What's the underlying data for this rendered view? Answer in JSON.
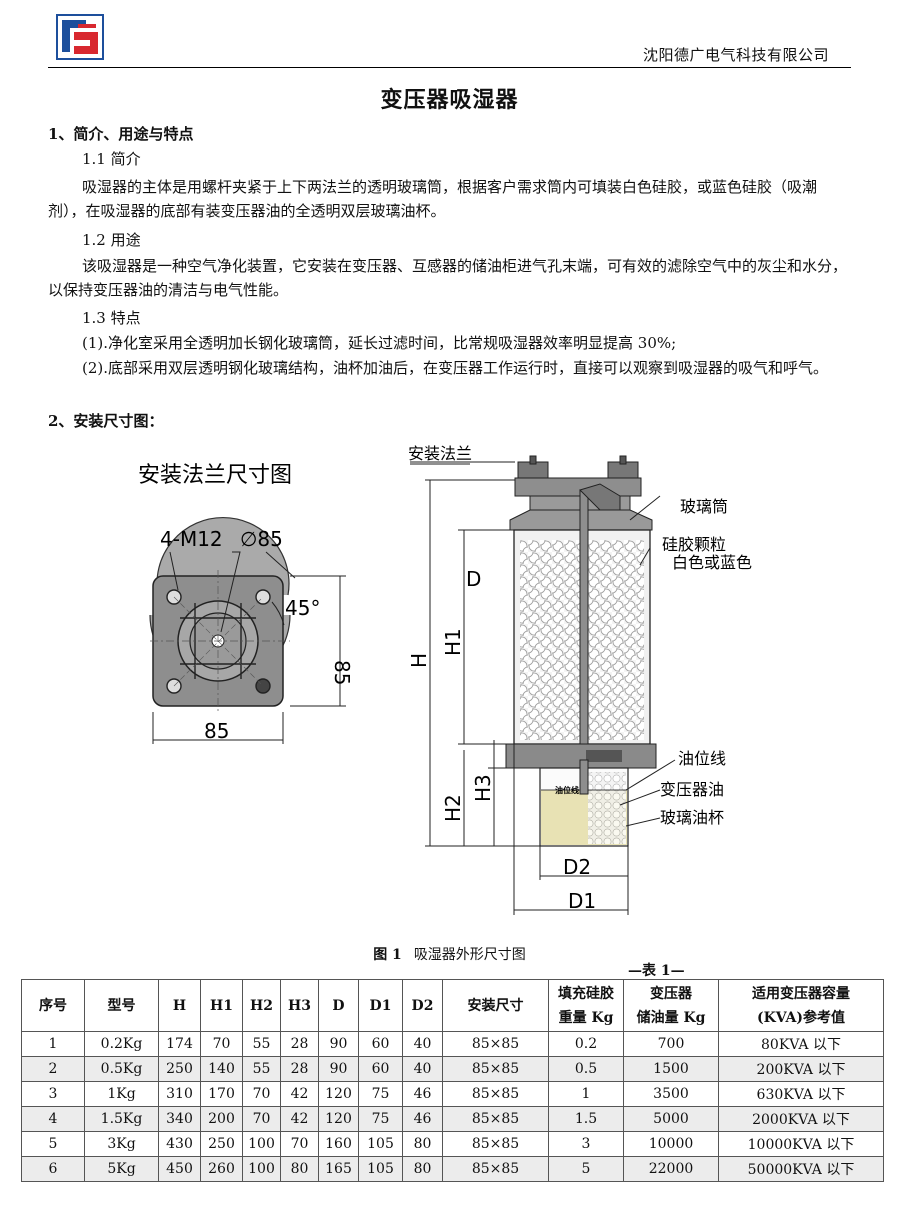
{
  "header": {
    "company": "沈阳德广电气科技有限公司"
  },
  "title": "变压器吸湿器",
  "sections": {
    "s1_heading": "1、简介、用途与特点",
    "s1_1_heading": "1.1 简介",
    "s1_1_text": "吸湿器的主体是用螺杆夹紧于上下两法兰的透明玻璃筒，根据客户需求筒内可填装白色硅胶，或蓝色硅胶（吸潮剂），在吸湿器的底部有装变压器油的全透明双层玻璃油杯。",
    "s1_2_heading": "1.2 用途",
    "s1_2_text": "该吸湿器是一种空气净化装置，它安装在变压器、互感器的储油柜进气孔末端，可有效的滤除空气中的灰尘和水分，以保持变压器油的清洁与电气性能。",
    "s1_3_heading": "1.3 特点",
    "s1_3_item1": "(1).净化室采用全透明加长钢化玻璃筒，延长过滤时间，比常规吸湿器效率明显提高 30%;",
    "s1_3_item2": "(2).底部采用双层透明钢化玻璃结构，油杯加油后，在变压器工作运行时，直接可以观察到吸湿器的吸气和呼气。",
    "s2_heading": "2、安装尺寸图："
  },
  "diagram": {
    "flange_title": "安装法兰尺寸图",
    "bolt_label": "4-M12",
    "dia_label": "∅85",
    "angle_label": "45°",
    "dim_h": "85",
    "dim_w": "85",
    "label_flange": "安装法兰",
    "label_glass_tube": "玻璃筒",
    "label_silica_1": "硅胶颗粒",
    "label_silica_2": "白色或蓝色",
    "label_oil_line": "油位线",
    "label_transformer_oil": "变压器油",
    "label_oil_cup": "玻璃油杯",
    "label_H": "H",
    "label_H1": "H1",
    "label_H2": "H2",
    "label_H3": "H3",
    "label_D": "D",
    "label_D1": "D1",
    "label_D2": "D2",
    "oil_mark": "油位线",
    "colors": {
      "oil": "#e8e2b4",
      "flange": "#8e8e8e",
      "dark": "#555555"
    }
  },
  "caption": {
    "fig": "图 1",
    "text": "吸湿器外形尺寸图"
  },
  "table_tag": "—表 1—",
  "table": {
    "headers": [
      "序号",
      "型号",
      "H",
      "H1",
      "H2",
      "H3",
      "D",
      "D1",
      "D2",
      "安装尺寸",
      "填充硅胶重量 Kg",
      "变压器储油量 Kg",
      "适用变压器容量(KVA)参考值"
    ],
    "header_lines": {
      "c10a": "填充硅胶",
      "c10b": "重量 Kg",
      "c11a": "变压器",
      "c11b": "储油量 Kg",
      "c12a": "适用变压器容量",
      "c12b": "(KVA)参考值"
    },
    "rows": [
      [
        "1",
        "0.2Kg",
        "174",
        "70",
        "55",
        "28",
        "90",
        "60",
        "40",
        "85×85",
        "0.2",
        "700",
        "80KVA 以下"
      ],
      [
        "2",
        "0.5Kg",
        "250",
        "140",
        "55",
        "28",
        "90",
        "60",
        "40",
        "85×85",
        "0.5",
        "1500",
        "200KVA 以下"
      ],
      [
        "3",
        "1Kg",
        "310",
        "170",
        "70",
        "42",
        "120",
        "75",
        "46",
        "85×85",
        "1",
        "3500",
        "630KVA 以下"
      ],
      [
        "4",
        "1.5Kg",
        "340",
        "200",
        "70",
        "42",
        "120",
        "75",
        "46",
        "85×85",
        "1.5",
        "5000",
        "2000KVA 以下"
      ],
      [
        "5",
        "3Kg",
        "430",
        "250",
        "100",
        "70",
        "160",
        "105",
        "80",
        "85×85",
        "3",
        "10000",
        "10000KVA 以下"
      ],
      [
        "6",
        "5Kg",
        "450",
        "260",
        "100",
        "80",
        "165",
        "105",
        "80",
        "85×85",
        "5",
        "22000",
        "50000KVA 以下"
      ]
    ]
  }
}
